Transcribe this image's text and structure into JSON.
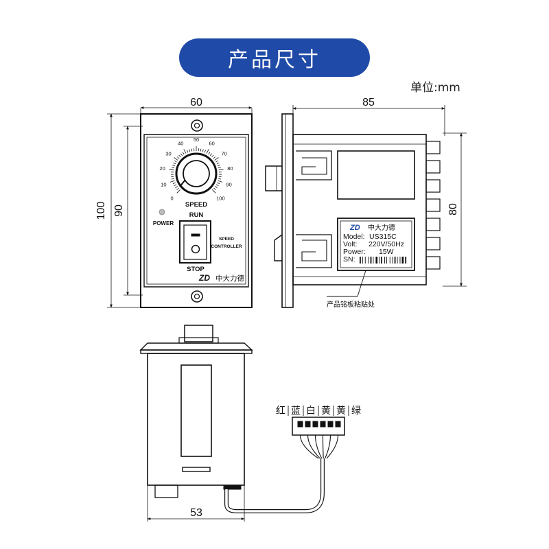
{
  "header": {
    "title": "产品尺寸",
    "accent_color": "#1f4aa8"
  },
  "unit_label": "单位:mm",
  "front_view": {
    "width_dim": "60",
    "outer_height_dim": "100",
    "inner_height_dim": "90",
    "dial_ticks": [
      "0",
      "10",
      "20",
      "30",
      "40",
      "50",
      "60",
      "70",
      "80",
      "90",
      "100"
    ],
    "speed_label": "SPEED",
    "run_label": "RUN",
    "power_label": "POWER",
    "controller_label_1": "SPEED",
    "controller_label_2": "CONTROLLER",
    "stop_label": "STOP",
    "brand_text": "中大力德"
  },
  "side_view": {
    "depth_dim": "85",
    "height_dim": "80",
    "nameplate": {
      "brand": "中大力德",
      "model_key": "Model:",
      "model_val": "US315C",
      "volt_key": "Volt:",
      "volt_val": "220V/50Hz",
      "power_key": "Power:",
      "power_val": "15W",
      "sn_key": "SN:"
    },
    "nameplate_callout": "产品铭板粘贴处"
  },
  "bottom_view": {
    "width_dim": "53",
    "wire_colors": [
      "红",
      "蓝",
      "白",
      "黄",
      "黄",
      "绿"
    ]
  }
}
